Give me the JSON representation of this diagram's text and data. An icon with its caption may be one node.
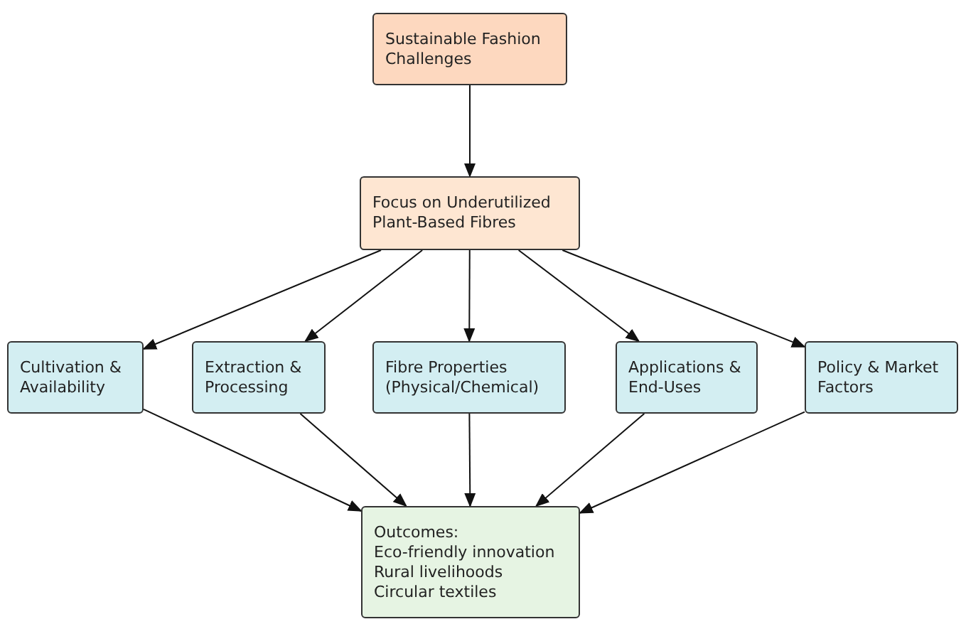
{
  "diagram": {
    "nodes": [
      {
        "text": [
          "Sustainable Fashion Challenges"
        ]
      },
      {
        "text": [
          "Focus on Underutilized Plant-Based Fibres"
        ]
      },
      {
        "text": [
          "Cultivation & Availability"
        ]
      },
      {
        "text": [
          "Extraction & Processing"
        ]
      },
      {
        "text": [
          "Fibre Properties (Physical/Chemical)"
        ]
      },
      {
        "text": [
          "Applications & End-Uses"
        ]
      },
      {
        "text": [
          "Policy & Market Factors"
        ]
      },
      {
        "text": [
          "Outcomes:",
          "Eco-friendly innovation",
          "Rural livelihoods",
          "Circular textiles"
        ]
      }
    ],
    "edges": [
      {
        "from": 0,
        "to": 1,
        "arrow": "to"
      },
      {
        "from": 1,
        "to": 2,
        "arrow": "to"
      },
      {
        "from": 1,
        "to": 3,
        "arrow": "to"
      },
      {
        "from": 1,
        "to": 4,
        "arrow": "to"
      },
      {
        "from": 1,
        "to": 5,
        "arrow": "to"
      },
      {
        "from": 1,
        "to": 6,
        "arrow": "to"
      },
      {
        "from": 2,
        "to": 7,
        "arrow": "to"
      },
      {
        "from": 3,
        "to": 7,
        "arrow": "to"
      },
      {
        "from": 4,
        "to": 7,
        "arrow": "to"
      },
      {
        "from": 5,
        "to": 7,
        "arrow": "to"
      },
      {
        "from": 6,
        "to": 7,
        "arrow": "to"
      }
    ]
  }
}
